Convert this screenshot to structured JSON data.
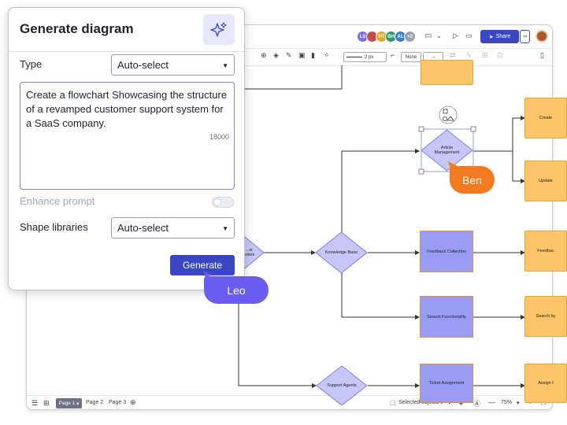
{
  "app": {
    "avatars": [
      {
        "initials": "LS",
        "color": "#7b6be6"
      },
      {
        "initials": "",
        "color": "#c0504d"
      },
      {
        "initials": "HT",
        "color": "#e0a92a"
      },
      {
        "initials": "BH",
        "color": "#2a9c6a"
      },
      {
        "initials": "AL",
        "color": "#3a7fd0"
      },
      {
        "initials": "+2",
        "color": "#9aa0ad"
      }
    ],
    "share_label": "Share",
    "toolbar": {
      "line_weight": "2 px",
      "arrow_start": "None"
    }
  },
  "diagram": {
    "nodes": {
      "article_management": "Article Management",
      "knowledge_base": "Knowledge Base",
      "feedback_collection": "Feedback Collection",
      "search_functionality": "Search Functionality",
      "support_agents": "Support Agents",
      "ticket_assignment": "Ticket Assignment",
      "create": "Create",
      "update": "Update",
      "feedback": "Feedbac",
      "search_by": "Search by",
      "assign": "Assign t",
      "system_left": "...or\nystem"
    }
  },
  "cursors": {
    "ben": {
      "name": "Ben",
      "color": "#f47a1f"
    },
    "leo": {
      "name": "Leo",
      "color": "#6a5ef0"
    }
  },
  "panel": {
    "title": "Generate diagram",
    "type_label": "Type",
    "type_value": "Auto-select",
    "prompt_text": "Create a flowchart Showcasing the structure of a revamped customer support system for a SaaS company.",
    "char_count": "18000",
    "enhance_label": "Enhance prompt",
    "enhance_on": false,
    "shape_libraries_label": "Shape libraries",
    "shape_libraries_value": "Auto-select",
    "generate_label": "Generate"
  },
  "bottombar": {
    "pages": [
      "Page 1",
      "Page 2",
      "Page 3"
    ],
    "active_page": "Page 1",
    "selected_objects_label": "Selected objects",
    "selected_count": "8",
    "zoom": "75%"
  },
  "colors": {
    "accent": "#3b47c2",
    "shape_purple": "#9a9cf4",
    "shape_orange": "#fdc56a"
  }
}
